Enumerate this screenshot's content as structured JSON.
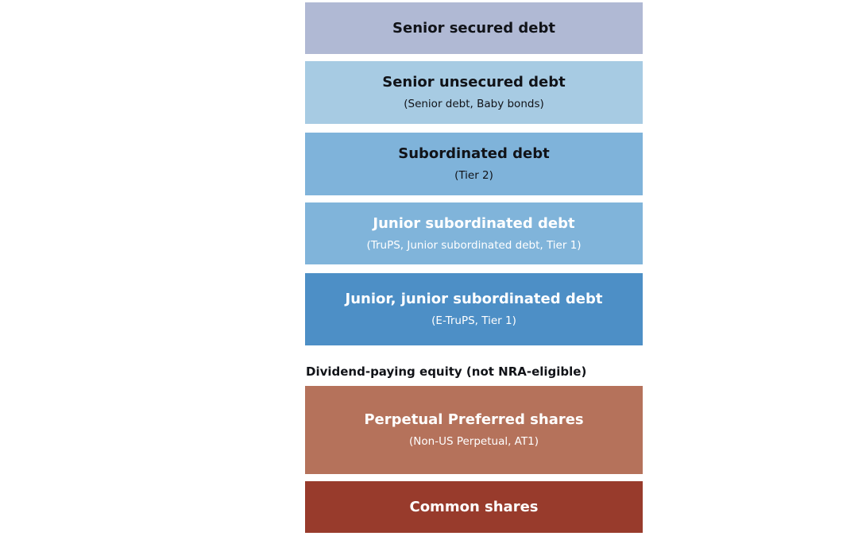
{
  "diagram": {
    "layers": [
      {
        "title": "Senior secured debt",
        "subtitle": "",
        "color": "#b0b9d4",
        "text_color": "#111318"
      },
      {
        "title": "Senior unsecured debt",
        "subtitle": "(Senior debt, Baby bonds)",
        "color": "#a7cbe3",
        "text_color": "#111318"
      },
      {
        "title": "Subordinated debt",
        "subtitle": "(Tier 2)",
        "color": "#7fb3da",
        "text_color": "#111318"
      },
      {
        "title": "Junior subordinated debt",
        "subtitle": "(TruPS, Junior subordinated debt, Tier 1)",
        "color": "#80b4da",
        "text_color": "#ffffff"
      },
      {
        "title": "Junior, junior subordinated debt",
        "subtitle": "(E-TruPS, Tier 1)",
        "color": "#4d8fc6",
        "text_color": "#ffffff"
      },
      {
        "title": "Perpetual Preferred shares",
        "subtitle": "(Non-US Perpetual, AT1)",
        "color": "#b5725b",
        "text_color": "#ffffff"
      },
      {
        "title": "Common shares",
        "subtitle": "",
        "color": "#983b2c",
        "text_color": "#ffffff"
      }
    ],
    "section_label": "Dividend-paying equity (not NRA-eligible)"
  }
}
